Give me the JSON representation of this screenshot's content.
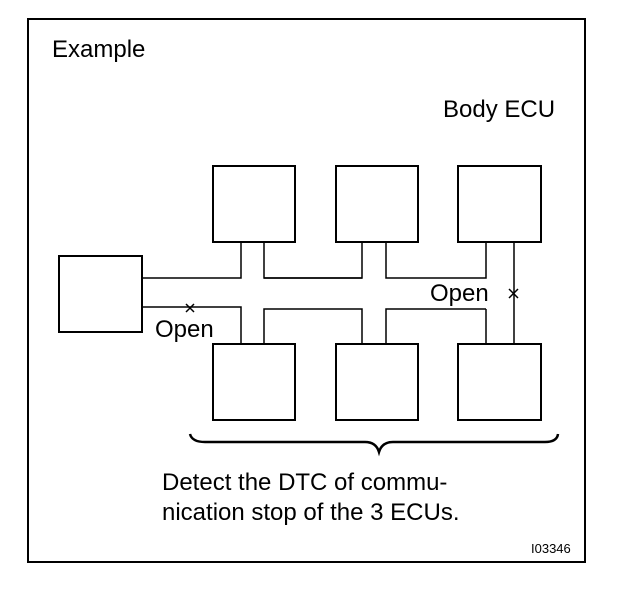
{
  "diagram": {
    "title": "Example",
    "body_ecu_label": "Body ECU",
    "open_label_left": "Open",
    "open_label_right": "Open",
    "caption_line1": "Detect the DTC of commu-",
    "caption_line2": "nication stop of the 3 ECUs.",
    "figure_code": "I03346"
  }
}
